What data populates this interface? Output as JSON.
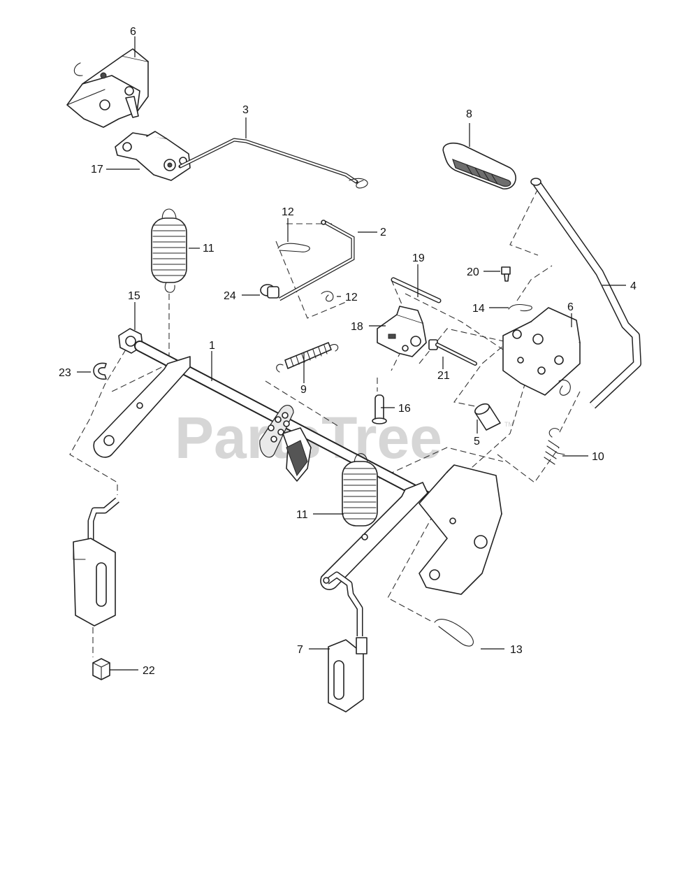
{
  "watermark": {
    "text": "PartsTree",
    "trademark": "TM"
  },
  "callouts": {
    "c1": "1",
    "c2": "2",
    "c3": "3",
    "c4": "4",
    "c5": "5",
    "c6a": "6",
    "c6b": "6",
    "c7": "7",
    "c8": "8",
    "c9": "9",
    "c10": "10",
    "c11a": "11",
    "c11b": "11",
    "c12a": "12",
    "c12b": "12",
    "c13": "13",
    "c14": "14",
    "c15": "15",
    "c16": "16",
    "c17": "17",
    "c18": "18",
    "c19": "19",
    "c20": "20",
    "c21": "21",
    "c22": "22",
    "c23": "23",
    "c24": "24"
  }
}
